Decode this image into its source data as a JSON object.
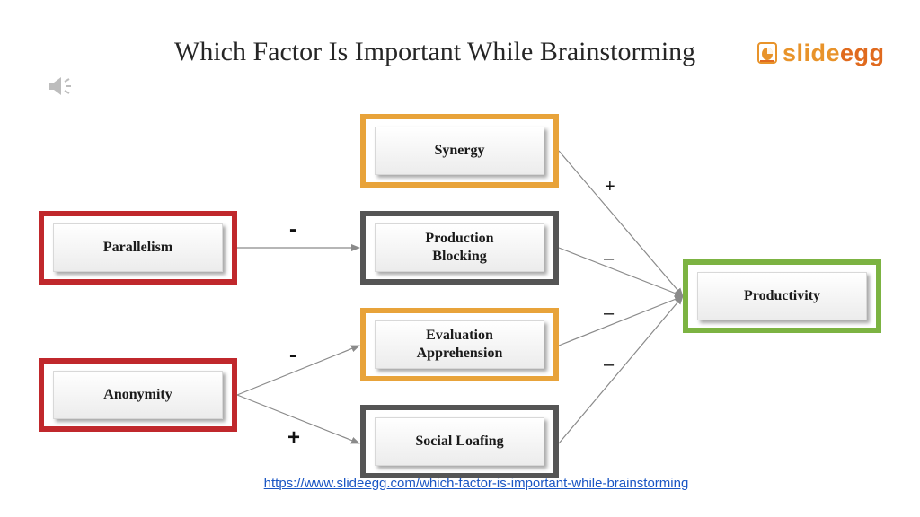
{
  "title": "Which Factor Is Important While Brainstorming",
  "logo": {
    "part1": "slide",
    "part2": "egg",
    "icon": "slideegg-logo-icon"
  },
  "speaker_icon": "speaker-icon",
  "nodes": {
    "parallelism": "Parallelism",
    "anonymity": "Anonymity",
    "synergy": "Synergy",
    "production_blocking": "Production Blocking",
    "evaluation_apprehension": "Evaluation Apprehension",
    "social_loafing": "Social Loafing",
    "productivity": "Productivity"
  },
  "edges": [
    {
      "from": "Parallelism",
      "to": "Production Blocking",
      "sign": "-"
    },
    {
      "from": "Anonymity",
      "to": "Evaluation Apprehension",
      "sign": "-"
    },
    {
      "from": "Anonymity",
      "to": "Social Loafing",
      "sign": "+"
    },
    {
      "from": "Synergy",
      "to": "Productivity",
      "sign": "+"
    },
    {
      "from": "Production Blocking",
      "to": "Productivity",
      "sign": "–"
    },
    {
      "from": "Evaluation Apprehension",
      "to": "Productivity",
      "sign": "–"
    },
    {
      "from": "Social Loafing",
      "to": "Productivity",
      "sign": "–"
    }
  ],
  "colors": {
    "red": "#c0282c",
    "orange": "#e8a33a",
    "gray": "#555555",
    "green": "#7cb342",
    "link": "#1a56c4"
  },
  "footer_link": "https://www.slideegg.com/which-factor-is-important-while-brainstorming"
}
